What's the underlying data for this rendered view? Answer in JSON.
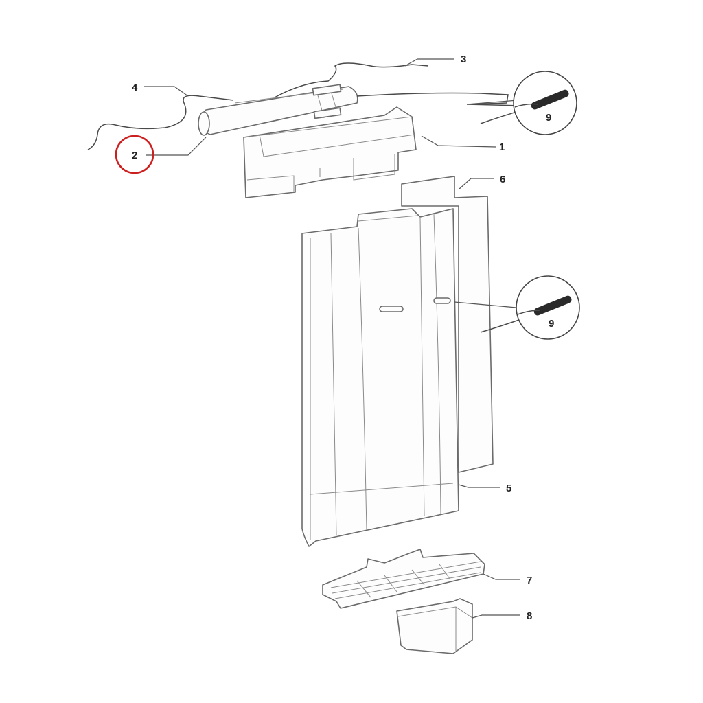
{
  "diagram": {
    "labels": {
      "l1": "1",
      "l2": "2",
      "l3": "3",
      "l4": "4",
      "l5": "5",
      "l6": "6",
      "l7": "7",
      "l8": "8",
      "l9a": "9",
      "l9b": "9"
    },
    "highlight_color": "#cc1f1f",
    "highlighted_label": "2"
  }
}
